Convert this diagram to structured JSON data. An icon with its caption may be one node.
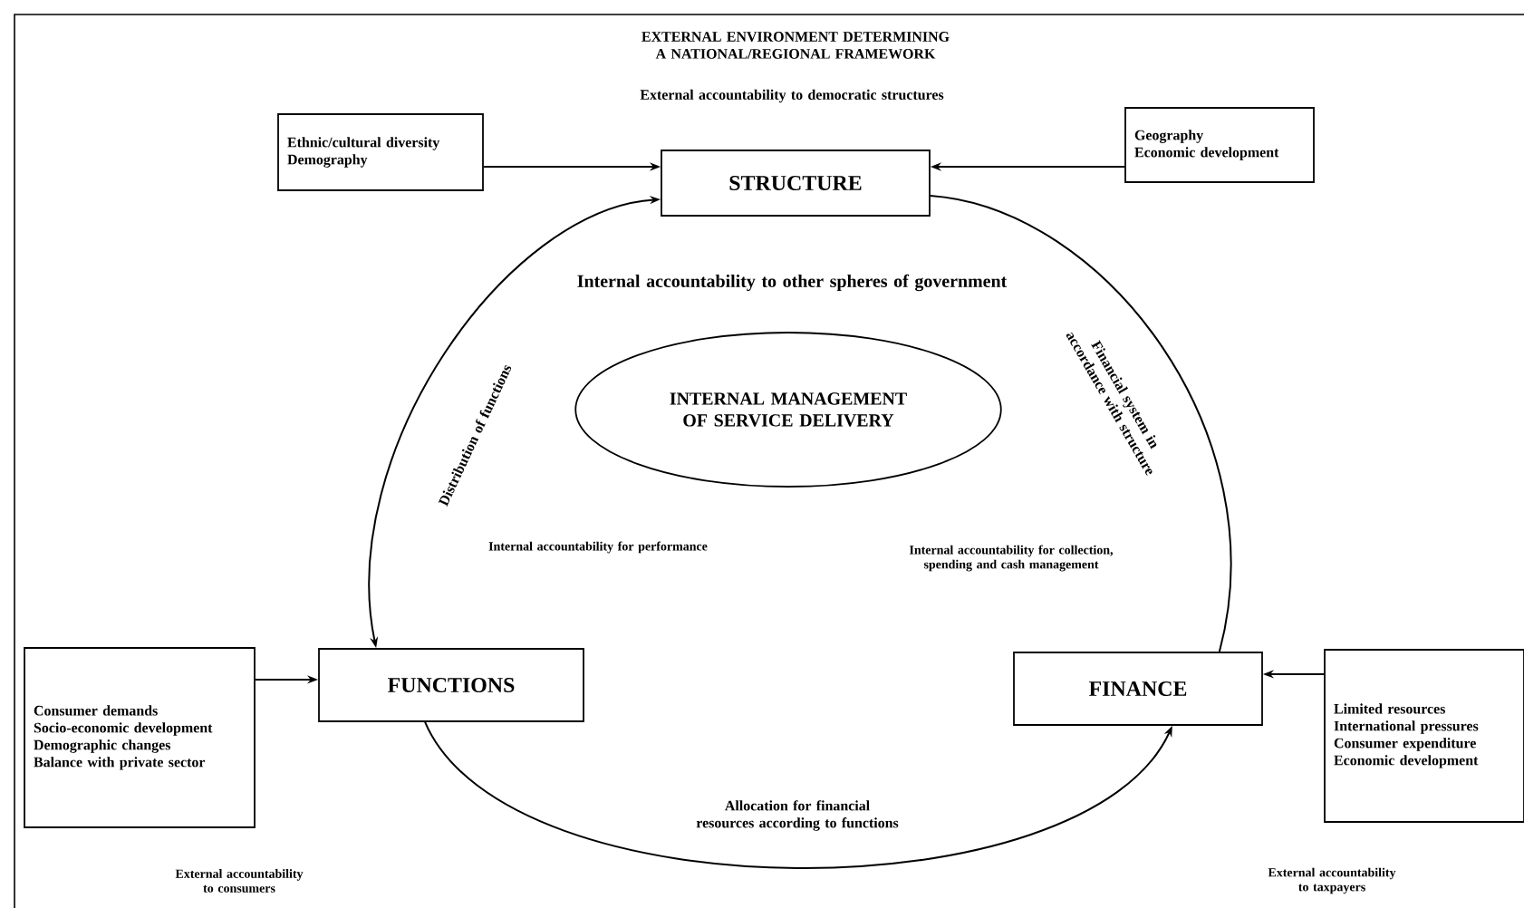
{
  "diagram": {
    "title": "EXTERNAL ENVIRONMENT DETERMINING A NATIONAL/REGIONAL FRAMEWORK",
    "nodes": [
      {
        "text": [
          "Ethnic/cultural diversity",
          "Demography"
        ]
      },
      {
        "text": [
          "STRUCTURE"
        ]
      },
      {
        "text": [
          "Geography",
          "Economic development"
        ]
      },
      {
        "text": [
          "INTERNAL MANAGEMENT OF SERVICE DELIVERY"
        ]
      },
      {
        "text": [
          "FUNCTIONS"
        ]
      },
      {
        "text": [
          "FINANCE"
        ]
      },
      {
        "text": [
          "Consumer demands",
          "Socio-economic development",
          "Demographic changes",
          "Balance with private sector"
        ]
      },
      {
        "text": [
          "Limited resources",
          "International pressures",
          "Consumer expenditure",
          "Economic development"
        ]
      }
    ],
    "edges": [
      {
        "from": 0,
        "to": 1,
        "arrow": "to"
      },
      {
        "from": 2,
        "to": 1,
        "arrow": "to"
      },
      {
        "from": 1,
        "to": 4,
        "arrow": "both",
        "label": "Distribution of functions"
      },
      {
        "from": 1,
        "to": 5,
        "arrow": "none",
        "label": "Financial system in accordance with structure"
      },
      {
        "from": 4,
        "to": 5,
        "arrow": "to",
        "label": "Allocation for financial resources according to functions"
      },
      {
        "from": 6,
        "to": 4,
        "arrow": "to"
      },
      {
        "from": 7,
        "to": 5,
        "arrow": "to"
      }
    ],
    "labels": [
      "External accountability to democratic structures",
      "Internal accountability to other spheres of government",
      "Internal accountability for performance",
      "Internal accountability for collection, spending and cash management",
      "External accountability to consumers",
      "External accountability to taxpayers"
    ]
  }
}
